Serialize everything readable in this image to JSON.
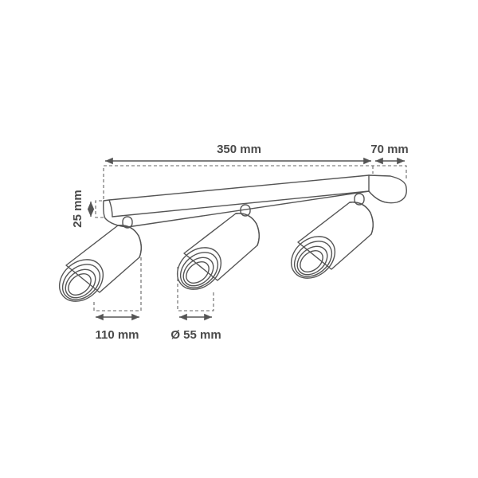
{
  "dimensions": {
    "length": "350 mm",
    "width": "70 mm",
    "height": "25 mm",
    "projection": "110 mm",
    "diameter": "Ø 55 mm"
  },
  "colors": {
    "line": "#555555",
    "text": "#4a4a4a",
    "background": "#ffffff"
  }
}
